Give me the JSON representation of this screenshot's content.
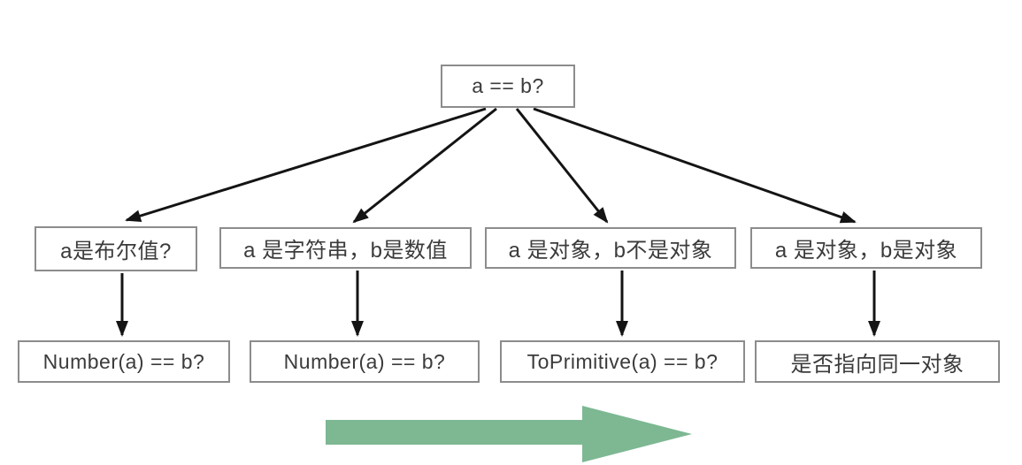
{
  "diagram": {
    "root": {
      "label": "a == b?"
    },
    "branches": [
      {
        "condition": "a是布尔值?",
        "result": "Number(a) == b?"
      },
      {
        "condition": "a 是字符串，b是数值",
        "result": "Number(a) == b?"
      },
      {
        "condition": "a 是对象，b不是对象",
        "result": "ToPrimitive(a) == b?"
      },
      {
        "condition": "a 是对象，b是对象",
        "result": "是否指向同一对象"
      }
    ],
    "colors": {
      "flow_arrow_green": "#7db893",
      "box_border": "#8c8c8c",
      "text": "#3b3b3b",
      "connector": "#141414"
    }
  }
}
